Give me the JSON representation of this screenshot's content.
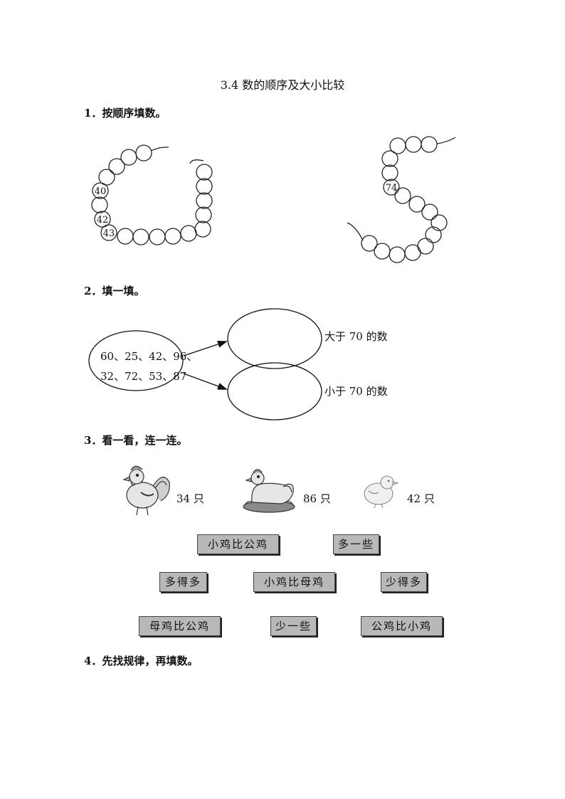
{
  "title": "3.4 数的顺序及大小比较",
  "questions": {
    "q1": "1．按顺序填数。",
    "q2": "2．填一填。",
    "q3": "3．看一看，连一连。",
    "q4": "4．先找规律，再填数。"
  },
  "beads_left": [
    "40",
    "42",
    "43"
  ],
  "beads_right": [
    "74"
  ],
  "fill": {
    "numbers_line1": "60、25、42、96、",
    "numbers_line2": "32、72、53、87",
    "greater_label": "大于 70 的数",
    "less_label": "小于 70 的数"
  },
  "animals": [
    {
      "name": "rooster",
      "count": "34 只"
    },
    {
      "name": "hen",
      "count": "86 只"
    },
    {
      "name": "chick",
      "count": "42 只"
    }
  ],
  "word_cards": {
    "row1": [
      "小鸡比公鸡",
      "多一些"
    ],
    "row2": [
      "多得多",
      "小鸡比母鸡",
      "少得多"
    ],
    "row3": [
      "母鸡比公鸡",
      "少一些",
      "公鸡比小鸡"
    ]
  }
}
